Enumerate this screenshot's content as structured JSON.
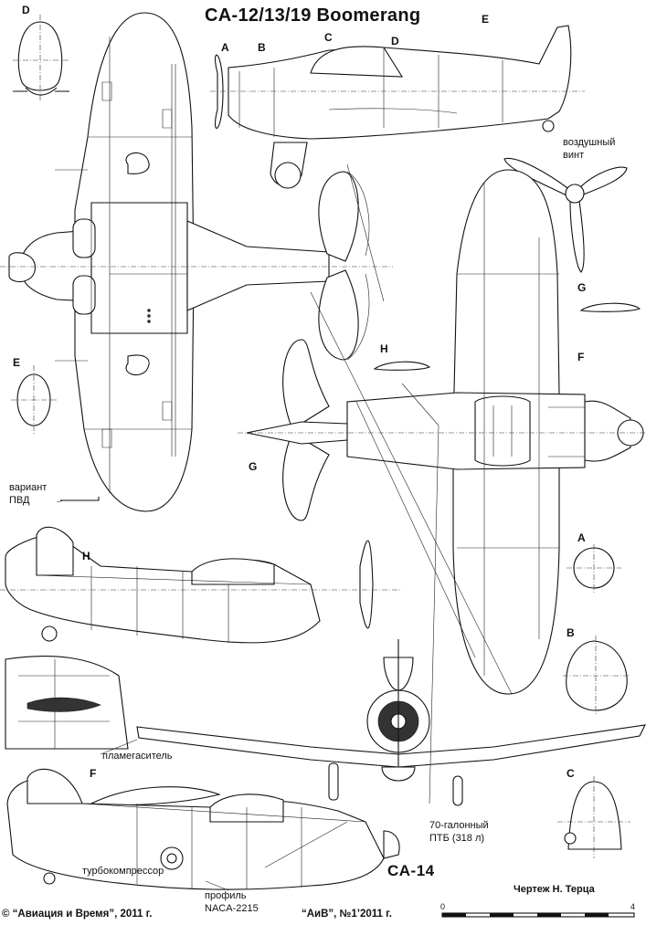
{
  "title": "CA-12/13/19 Boomerang",
  "second_model": "CA-14",
  "author_credit": "Чертеж Н. Терца",
  "copyright": "© “Авиация и Время”, 2011 г.",
  "issue": "“АиВ”, №1’2011 г.",
  "scale": {
    "start": "0",
    "end": "4"
  },
  "section_labels": {
    "d_top_left": "D",
    "e_top_right": "E",
    "a_cut": "A",
    "b_cut": "B",
    "c_cut": "C",
    "d_cut": "D",
    "e_left": "E",
    "g_right_upper": "G",
    "h_middle": "H",
    "f_right": "F",
    "g_left": "G",
    "h_side_lower": "H",
    "a_right": "A",
    "b_right": "B",
    "c_right": "C",
    "f_bottom_left": "F"
  },
  "annotations": {
    "propeller": [
      "воздушный",
      "винт"
    ],
    "pitot_variant": [
      "вариант",
      "ПВД"
    ],
    "flame_damper": "пламегаситель",
    "drop_tank": [
      "70-галонный",
      "ПТБ (318 л)"
    ],
    "turbocharger": "турбокомпрессор",
    "airfoil": [
      "профиль",
      "NACA-2215"
    ]
  }
}
